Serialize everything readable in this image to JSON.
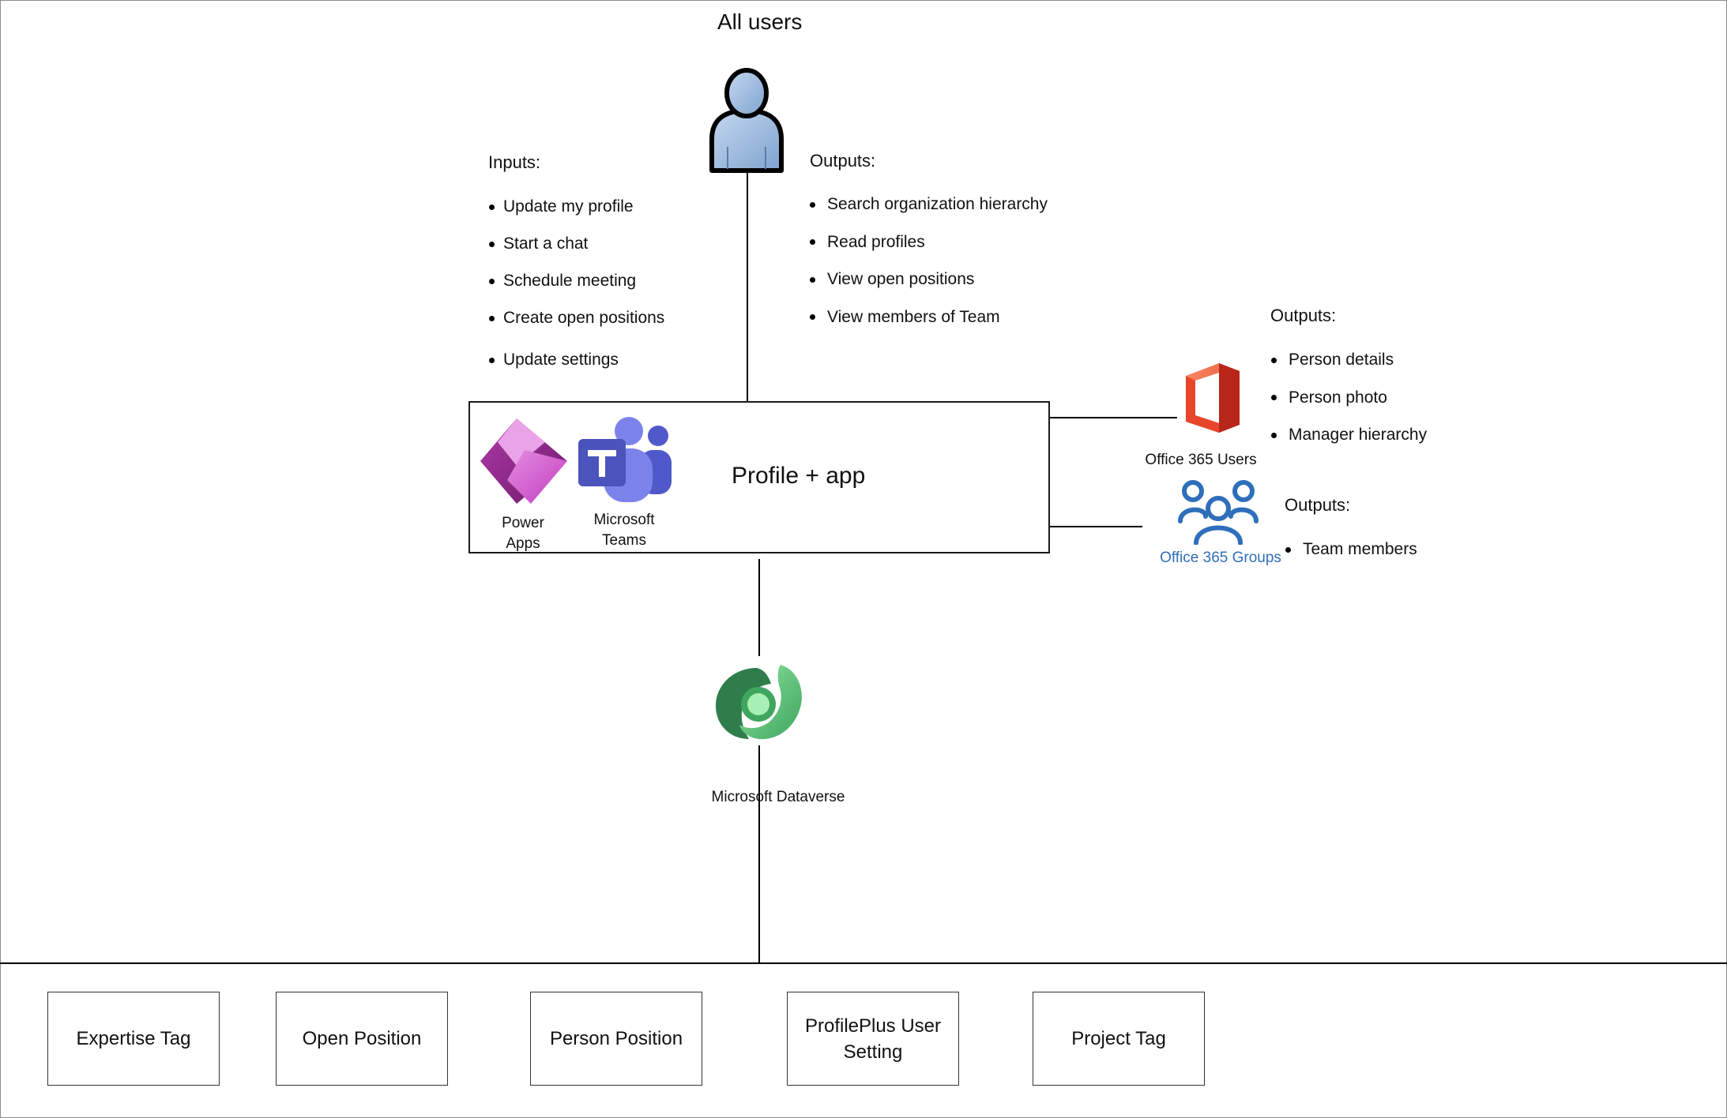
{
  "top": {
    "title": "All users"
  },
  "inputs": {
    "header": "Inputs:",
    "items": [
      "Update my profile",
      "Start a chat",
      "Schedule meeting",
      "Create open positions",
      "Update settings"
    ]
  },
  "outputs_users": {
    "header": "Outputs:",
    "items": [
      "Search organization hierarchy",
      "Read profiles",
      "View open positions",
      "View members of Team"
    ]
  },
  "app": {
    "title": "Profile + app",
    "power_apps_label": "Power Apps",
    "teams_label": "Microsoft Teams"
  },
  "office_users": {
    "label": "Office 365 Users",
    "header": "Outputs:",
    "items": [
      "Person details",
      "Person photo",
      "Manager hierarchy"
    ]
  },
  "office_groups": {
    "label": "Office 365 Groups",
    "header": "Outputs:",
    "items": [
      "Team members"
    ]
  },
  "dataverse": {
    "label": "Microsoft Dataverse"
  },
  "tables": [
    {
      "label": "Expertise Tag"
    },
    {
      "label": "Open Position"
    },
    {
      "label": "Person Position"
    },
    {
      "label": "ProfilePlus User Setting"
    },
    {
      "label": "Project Tag"
    }
  ],
  "colors": {
    "group_label": "#2f6eba",
    "office_red": "#e03c1f",
    "teams_purple": "#5059c9",
    "powerapps_pink": "#c03bc4",
    "dataverse_green": "#3fa55f"
  }
}
